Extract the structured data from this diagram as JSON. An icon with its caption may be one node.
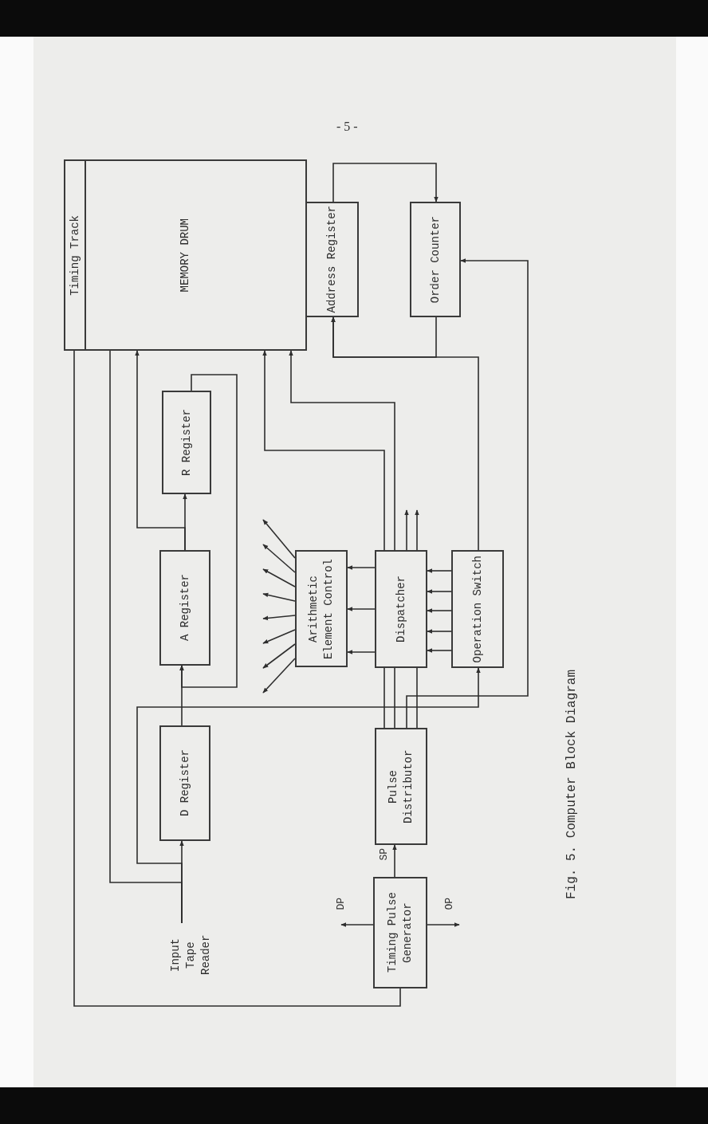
{
  "diagram": {
    "caption": "Fig. 5. Computer Block Diagram",
    "nodes": [
      {
        "text": [
          "MEMORY DRUM"
        ]
      },
      {
        "text": [
          "Timing Track"
        ],
        "in": 0
      },
      {
        "text": [
          "Address Register"
        ]
      },
      {
        "text": [
          "Order Counter"
        ]
      },
      {
        "text": [
          "R Register"
        ]
      },
      {
        "text": [
          "A Register"
        ]
      },
      {
        "text": [
          "Arithmetic Element Control"
        ]
      },
      {
        "text": [
          "Dispatcher"
        ]
      },
      {
        "text": [
          "Operation Switch"
        ]
      },
      {
        "text": [
          "D Register"
        ]
      },
      {
        "text": [
          "Pulse Distributor"
        ]
      },
      {
        "text": [
          "Timing Pulse Generator"
        ]
      },
      {
        "text": [
          "Input Tape Reader"
        ]
      }
    ],
    "edges": [
      {
        "from": 12,
        "to": 9,
        "arrow": "to"
      },
      {
        "from": 12,
        "to": 0,
        "arrow": "none"
      },
      {
        "from": 12,
        "to": 8,
        "arrow": "to"
      },
      {
        "from": 9,
        "to": 5,
        "arrow": "to"
      },
      {
        "from": 5,
        "to": 4,
        "arrow": "to"
      },
      {
        "from": 4,
        "to": 5,
        "arrow": "to"
      },
      {
        "from": 5,
        "to": 0,
        "arrow": "to"
      },
      {
        "from": 7,
        "to": 0,
        "arrow": "to"
      },
      {
        "from": 7,
        "to": 0,
        "arrow": "to"
      },
      {
        "from": 7,
        "to": null,
        "arrow": "to"
      },
      {
        "from": 7,
        "to": null,
        "arrow": "to"
      },
      {
        "from": 7,
        "to": 6,
        "arrow": "to"
      },
      {
        "from": 7,
        "to": 6,
        "arrow": "to"
      },
      {
        "from": 7,
        "to": 6,
        "arrow": "to"
      },
      {
        "from": 6,
        "to": null,
        "arrow": "to"
      },
      {
        "from": 6,
        "to": null,
        "arrow": "to"
      },
      {
        "from": 6,
        "to": null,
        "arrow": "to"
      },
      {
        "from": 6,
        "to": null,
        "arrow": "to"
      },
      {
        "from": 6,
        "to": null,
        "arrow": "to"
      },
      {
        "from": 6,
        "to": null,
        "arrow": "to"
      },
      {
        "from": 6,
        "to": null,
        "arrow": "to"
      },
      {
        "from": 6,
        "to": null,
        "arrow": "to"
      },
      {
        "from": 8,
        "to": 7,
        "arrow": "to"
      },
      {
        "from": 8,
        "to": 7,
        "arrow": "to"
      },
      {
        "from": 8,
        "to": 7,
        "arrow": "to"
      },
      {
        "from": 8,
        "to": 7,
        "arrow": "to"
      },
      {
        "from": 8,
        "to": 7,
        "arrow": "to"
      },
      {
        "from": 10,
        "to": 7,
        "arrow": "none"
      },
      {
        "from": 10,
        "to": 7,
        "arrow": "none"
      },
      {
        "from": 10,
        "to": 7,
        "arrow": "none"
      },
      {
        "from": 10,
        "to": 3,
        "arrow": "to"
      },
      {
        "from": 2,
        "to": 3,
        "arrow": "to"
      },
      {
        "from": 3,
        "to": 2,
        "arrow": "to"
      },
      {
        "from": 8,
        "to": 2,
        "arrow": "to"
      },
      {
        "from": 11,
        "to": 10,
        "arrow": "to",
        "label": "SP"
      },
      {
        "from": 11,
        "to": null,
        "arrow": "to",
        "label": "DP"
      },
      {
        "from": 11,
        "to": null,
        "arrow": "to",
        "label": "OP"
      },
      {
        "from": 1,
        "to": 11,
        "arrow": "none"
      }
    ],
    "labels": [
      "- 5 -"
    ]
  }
}
